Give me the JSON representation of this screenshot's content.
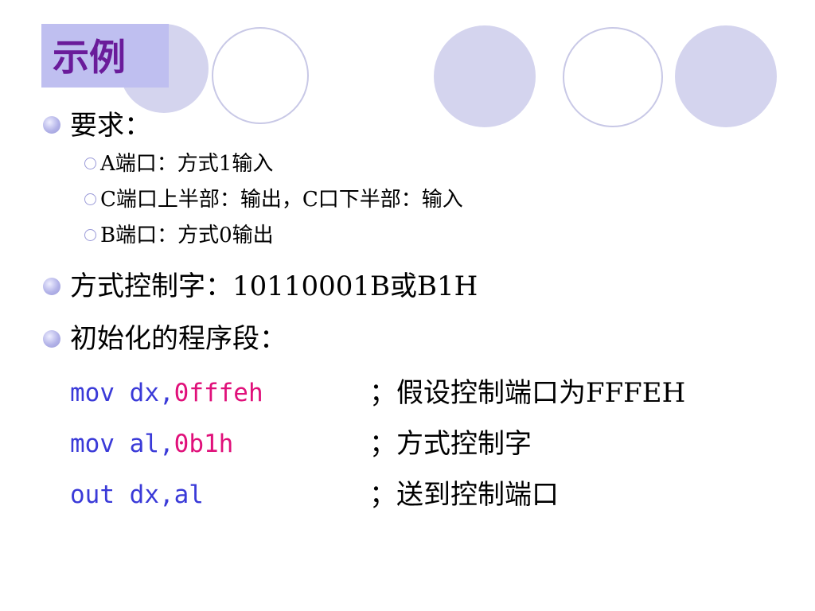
{
  "slide": {
    "title": "示例",
    "requirements": {
      "heading": "要求：",
      "items": [
        "A端口：方式1输入",
        "C端口上半部：输出，C口下半部：输入",
        "B端口：方式0输出"
      ]
    },
    "control_word": "方式控制字：10110001B或B1H",
    "init_heading": "初始化的程序段：",
    "code": [
      {
        "instr": "mov dx,",
        "operand": "0fffeh",
        "comment": "；假设控制端口为FFFEH"
      },
      {
        "instr": "mov al,",
        "operand": "0b1h",
        "comment": "；方式控制字"
      },
      {
        "instr": "out dx,al",
        "operand": "",
        "comment": "；送到控制端口"
      }
    ]
  },
  "colors": {
    "title_bg": "#bfbff0",
    "title_text": "#6a1b9a",
    "code_blue": "#3a3ad8",
    "code_pink": "#e0107a",
    "deco_circle": "#d4d4ee"
  }
}
